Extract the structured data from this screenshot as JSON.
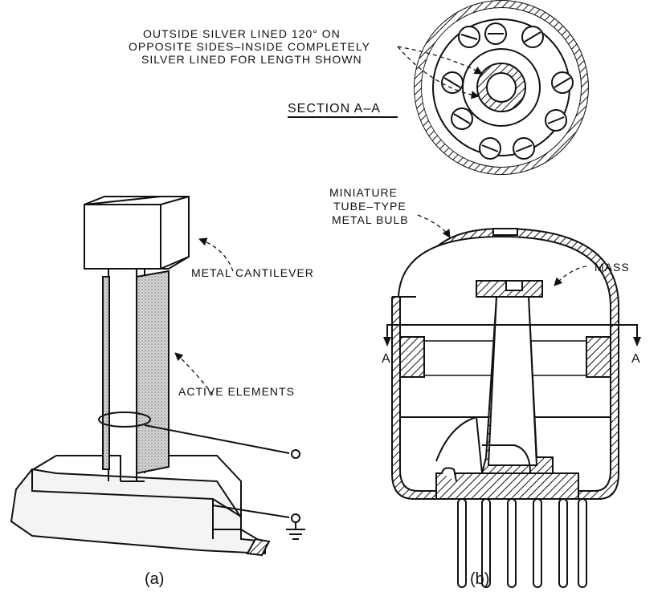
{
  "labels": {
    "silver_note_1": "OUTSIDE SILVER LINED 120° ON",
    "silver_note_2": "OPPOSITE SIDES–INSIDE COMPLETELY",
    "silver_note_3": "SILVER LINED FOR LENGTH SHOWN",
    "section": "SECTION A–A",
    "bulb_1": "MINIATURE",
    "bulb_2": "TUBE–TYPE",
    "bulb_3": "METAL BULB",
    "mass": "MASS",
    "section_marker": "A",
    "cantilever": "METAL CANTILEVER",
    "active": "ACTIVE ELEMENTS",
    "caption_a": "(a)",
    "caption_b": "(b)"
  },
  "colors": {
    "ink": "#111111",
    "paper": "#ffffff"
  }
}
